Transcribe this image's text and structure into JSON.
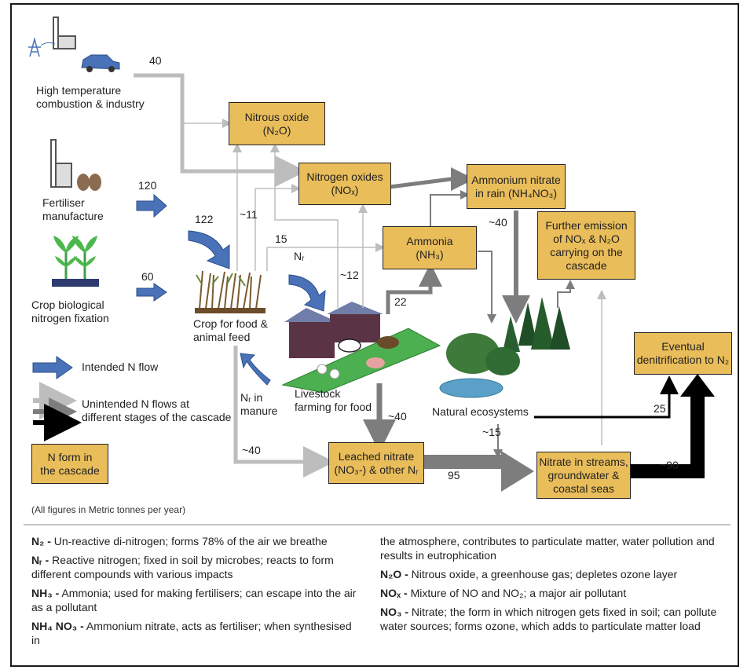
{
  "sources": {
    "combustion": "High temperature\ncombustion & industry",
    "fertiliser": "Fertiliser\nmanufacture",
    "crop_fixation": "Crop biological\nnitrogen fixation"
  },
  "boxes": {
    "nitrous_oxide": [
      "Nitrous oxide",
      "(N₂O)"
    ],
    "nitrogen_oxides": [
      "Nitrogen oxides",
      "(NOₓ)"
    ],
    "ammonium_nitrate": [
      "Ammonium nitrate",
      "in rain (NH₄NO₃)"
    ],
    "ammonia": [
      "Ammonia",
      "(NH₃)"
    ],
    "further_emission": [
      "Further emission",
      "of NOₓ & N₂O",
      "carrying on the",
      "cascade"
    ],
    "eventual_denitrification": [
      "Eventual",
      "denitrification to N₂"
    ],
    "leached_nitrate": [
      "Leached nitrate",
      "(NO₃-) & other Nᵣ"
    ],
    "nitrate_streams": [
      "Nitrate in streams,",
      "groundwater &",
      "coastal seas"
    ],
    "legend_nform": [
      "N form in",
      "the cascade"
    ]
  },
  "labels": {
    "crop_feed": "Crop for food &\nanimal feed",
    "livestock": "Livestock\nfarming for food",
    "natural_ecosystems": "Natural ecosystems",
    "nr_manure": "Nᵣ in\nmanure",
    "nr": "Nᵣ"
  },
  "flows": {
    "f40_top": "40",
    "f120": "120",
    "f122": "122",
    "f60": "60",
    "f11": "~11",
    "f15": "15",
    "f12": "~12",
    "f22": "22",
    "f40_rain": "~40",
    "f40_livestock": "~40",
    "f40_crop": "~40",
    "f15_eco": "~15",
    "f95": "95",
    "f25": "25",
    "f90": "~90"
  },
  "legend": {
    "intended": "Intended N flow",
    "unintended": "Unintended N flows at\ndifferent stages of the cascade"
  },
  "note": "(All figures in Metric tonnes per year)",
  "glossary": {
    "left": [
      {
        "term": "N₂ -",
        "text": " Un-reactive di-nitrogen; forms 78% of the air we breathe"
      },
      {
        "term": "Nᵣ -",
        "text": " Reactive nitrogen; fixed in soil by microbes; reacts to form different compounds with various impacts"
      },
      {
        "term": "NH₃ -",
        "text": " Ammonia; used for making fertilisers; can escape into the air as a pollutant"
      },
      {
        "term": "NH₄ NO₃ -",
        "text": " Ammonium nitrate, acts as fertiliser; when synthesised in"
      }
    ],
    "right": [
      {
        "term": "",
        "text": "the atmosphere, contributes to particulate matter, water pollution and results in eutrophication"
      },
      {
        "term": "N₂O -",
        "text": " Nitrous oxide, a greenhouse gas; depletes ozone layer"
      },
      {
        "term": "NOₓ -",
        "text": " Mixture of NO and NO₂; a major air pollutant"
      },
      {
        "term": "NO₃ -",
        "text": " Nitrate; the form in which nitrogen gets fixed in soil; can pollute water sources; forms ozone, which adds to particulate matter load"
      }
    ]
  },
  "colors": {
    "box_fill": "#e9bd5a",
    "intended_arrow": "#4a72b8",
    "unintended_light": "#bdbdbd",
    "unintended_mid": "#7d7d7d",
    "unintended_dark": "#000000"
  }
}
